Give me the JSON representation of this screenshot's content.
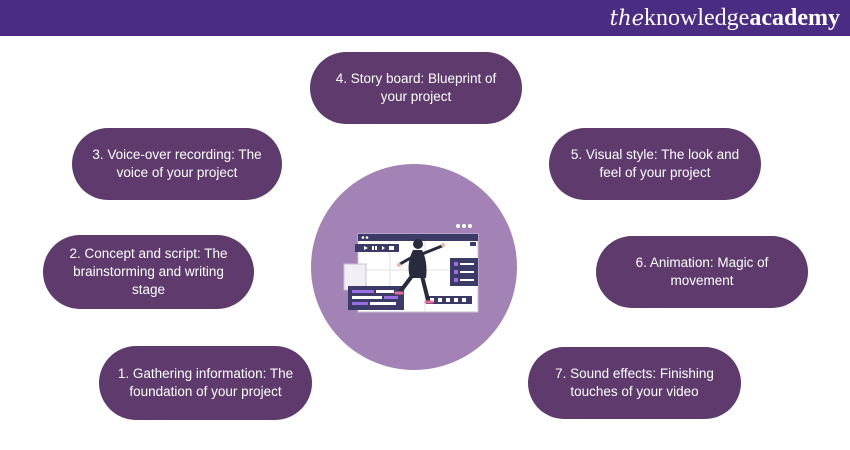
{
  "brand": {
    "the": "the",
    "knowledge": "knowledge",
    "academy": "academy"
  },
  "steps": [
    {
      "label": "1. Gathering information: The foundation of your project"
    },
    {
      "label": "2. Concept and script: The brainstorming and writing stage"
    },
    {
      "label": "3. Voice-over recording: The voice of your project"
    },
    {
      "label": "4. Story board: Blueprint of your project"
    },
    {
      "label": "5. Visual style: The look and feel of your project"
    },
    {
      "label": "6. Animation: Magic of movement"
    },
    {
      "label": "7. Sound effects: Finishing touches of your video"
    }
  ],
  "colors": {
    "header": "#4a2d82",
    "pill": "#5e3a6d",
    "circle": "#a383b5"
  }
}
